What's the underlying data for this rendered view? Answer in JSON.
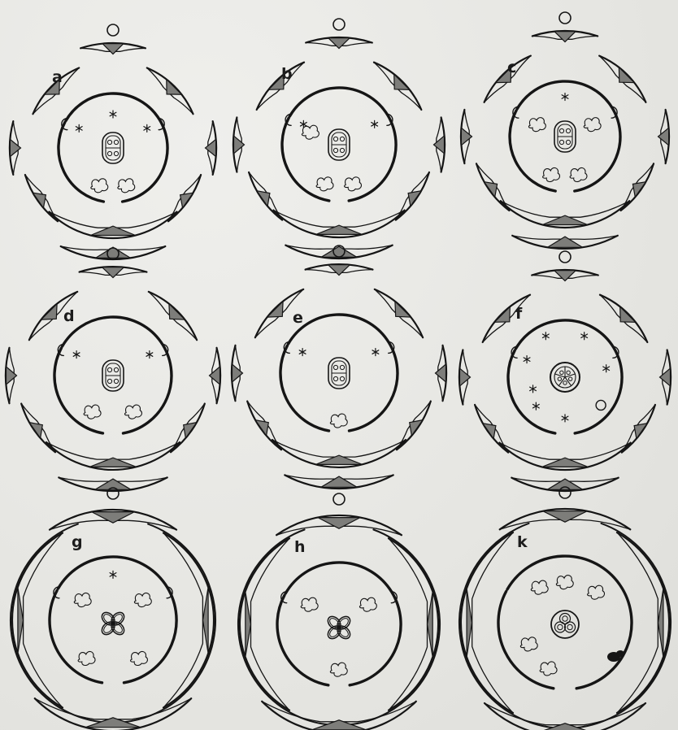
{
  "figure": {
    "panels": [
      {
        "id": "a",
        "label": "a",
        "stars": 3,
        "variant": "standard"
      },
      {
        "id": "b",
        "label": "b",
        "stars": 2,
        "variant": "standard"
      },
      {
        "id": "c",
        "label": "c",
        "stars": 1,
        "variant": "standard"
      },
      {
        "id": "d",
        "label": "d",
        "stars": 2,
        "variant": "standard"
      },
      {
        "id": "e",
        "label": "e",
        "stars": 2,
        "variant": "standard"
      },
      {
        "id": "f",
        "label": "f",
        "stars": 7,
        "variant": "radial"
      },
      {
        "id": "g",
        "label": "g",
        "stars": 1,
        "variant": "quad"
      },
      {
        "id": "h",
        "label": "h",
        "stars": 0,
        "variant": "quad"
      },
      {
        "id": "k",
        "label": "k",
        "stars": 0,
        "variant": "reduced"
      }
    ],
    "colors": {
      "ink": "#151515",
      "paper": "#e9e9e6",
      "hatch": "#7d7d7a"
    }
  }
}
